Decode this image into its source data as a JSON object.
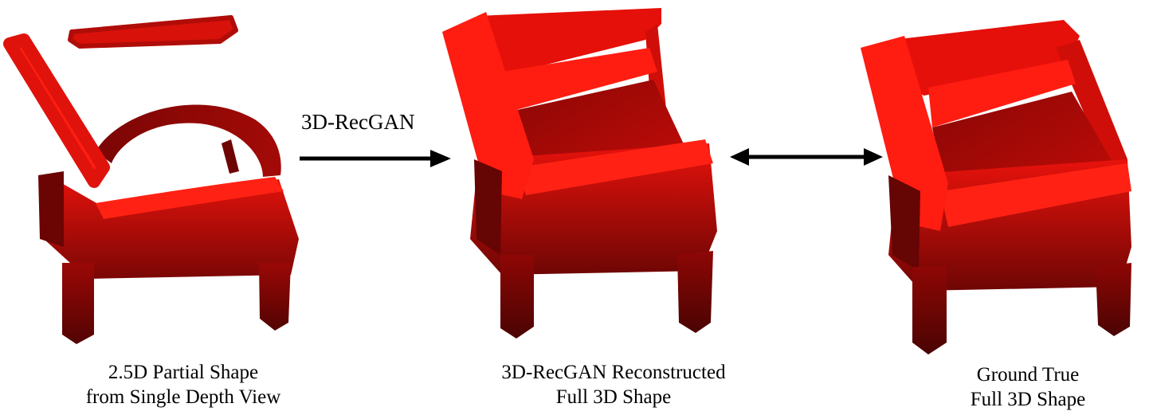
{
  "figure": {
    "panels": [
      {
        "id": "partial",
        "caption_lines": [
          "2.5D Partial Shape",
          "from Single Depth View"
        ],
        "depicts": "chair-point-cloud"
      },
      {
        "id": "reconstructed",
        "caption_lines": [
          "3D-RecGAN Reconstructed",
          "Full 3D Shape"
        ],
        "depicts": "chair-point-cloud"
      },
      {
        "id": "ground-truth",
        "caption_lines": [
          "Ground True",
          "Full 3D Shape"
        ],
        "depicts": "chair-point-cloud"
      }
    ],
    "arrow_label": "3D-RecGAN",
    "colors": {
      "bright_red": "#ff1a10",
      "mid_red": "#c40a08",
      "dark_red": "#5c0503",
      "arrow": "#000000"
    }
  }
}
